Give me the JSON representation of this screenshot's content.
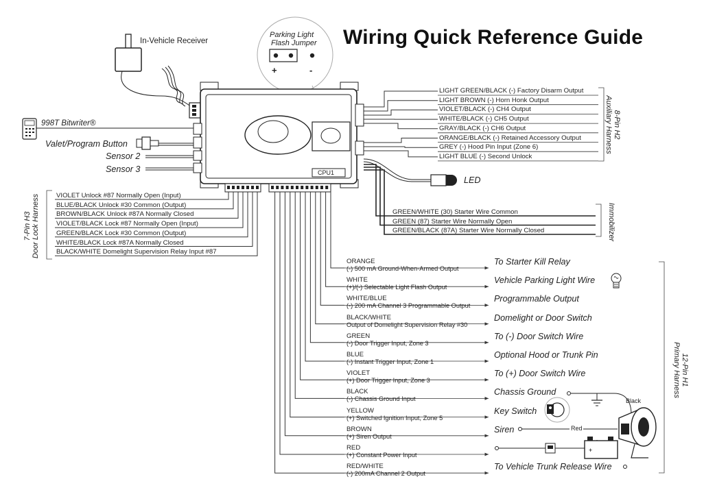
{
  "title": "Wiring Quick Reference Guide",
  "parking_jumper": {
    "line1": "Parking Light",
    "line2": "Flash Jumper",
    "plus": "+",
    "minus": "-"
  },
  "receiver_label": "In-Vehicle Receiver",
  "bitwriter_label": "998T Bitwriter®",
  "valet_label": "Valet/Program Button",
  "sensor2_label": "Sensor 2",
  "sensor3_label": "Sensor 3",
  "cpu_label": "CPU1",
  "led_label": "LED",
  "h2": {
    "title_line1": "8-Pin H2",
    "title_line2": "Auxiliary Harness",
    "wires": [
      "LIGHT GREEN/BLACK  (-) Factory Disarm Output",
      "LIGHT BROWN  (-) Horn Honk Output",
      "VIOLET/BLACK  (-) CH4 Output",
      "WHITE/BLACK  (-) CH5 Output",
      "GRAY/BLACK  (-) CH6 Output",
      "ORANGE/BLACK  (-) Retained Accessory Output",
      "GREY  (-) Hood Pin Input (Zone 6)",
      "LIGHT BLUE  (-) Second Unlock"
    ]
  },
  "h3": {
    "title_line1": "7-Pin H3",
    "title_line2": "Door Lock Harness",
    "wires": [
      "VIOLET      Unlock #87 Normally Open (Input)",
      "BLUE/BLACK    Unlock #30 Common (Output)",
      "BROWN/BLACK   Unlock #87A Normally Closed",
      "VIOLET/BLACK   Lock #87 Normally Open (Input)",
      "GREEN/BLACK   Lock #30 Common (Output)",
      "WHITE/BLACK   Lock #87A Normally Closed",
      "BLACK/WHITE   Domelight Supervision Relay Input #87"
    ]
  },
  "immobilizer": {
    "title": "Immobilizer",
    "wires": [
      "GREEN/WHITE  (30) Starter Wire Common",
      "GREEN  (87) Starter Wire Normally Open",
      "GREEN/BLACK  (87A) Starter Wire Normally Closed"
    ]
  },
  "h1": {
    "title_line1": "12-Pin H1",
    "title_line2": "Primary Harness",
    "wires": [
      {
        "name": "ORANGE",
        "desc": "(-) 500 mA Ground-When-Armed Output",
        "dest": "To Starter Kill Relay"
      },
      {
        "name": "WHITE",
        "desc": "(+)/(-) Selectable Light Flash Output",
        "dest": "Vehicle Parking Light Wire"
      },
      {
        "name": "WHITE/BLUE",
        "desc": "(-) 200 mA Channel 3 Programmable Output",
        "dest": "Programmable Output"
      },
      {
        "name": "BLACK/WHITE",
        "desc": "Output of Domelight Supervision Relay #30",
        "dest": "Domelight or Door Switch"
      },
      {
        "name": "GREEN",
        "desc": "(-) Door Trigger Input, Zone 3",
        "dest": "To (-) Door Switch Wire"
      },
      {
        "name": "BLUE",
        "desc": "(-) Instant Trigger Input, Zone 1",
        "dest": "Optional Hood or Trunk Pin"
      },
      {
        "name": "VIOLET",
        "desc": "(+) Door Trigger Input, Zone 3",
        "dest": "To (+) Door Switch Wire"
      },
      {
        "name": "BLACK",
        "desc": "(-) Chassis Ground Input",
        "dest": "Chassis Ground"
      },
      {
        "name": "YELLOW",
        "desc": "(+) Switched Ignition Input, Zone 5",
        "dest": "Key Switch"
      },
      {
        "name": "BROWN",
        "desc": "(+) Siren Output",
        "dest": "Siren"
      },
      {
        "name": "RED",
        "desc": "(+) Constant Power Input",
        "dest": ""
      },
      {
        "name": "RED/WHITE",
        "desc": "(-) 200mA Channel 2 Output",
        "dest": "To Vehicle Trunk Release Wire"
      }
    ]
  },
  "siren_labels": {
    "black": "Black",
    "red": "Red"
  },
  "colors": {
    "ink": "#222222",
    "line": "#333333"
  }
}
